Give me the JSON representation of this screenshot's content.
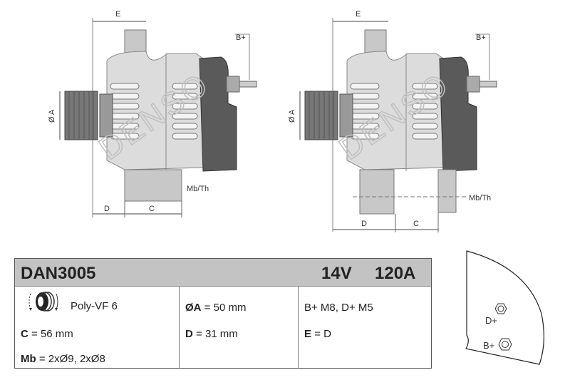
{
  "drawings": {
    "dim_e": "E",
    "dim_b_plus": "B+",
    "dim_oa": "Ø A",
    "dim_d": "D",
    "dim_c": "C",
    "mount_label": "Mb/Th",
    "watermark": "DENSO"
  },
  "header": {
    "part_number": "DAN3005",
    "voltage": "14V",
    "current": "120A"
  },
  "specs": {
    "col1": {
      "pulley": "Poly-VF 6",
      "c_key": "C",
      "c_value": "= 56 mm",
      "mb_key": "Mb",
      "mb_value": "= 2xØ9, 2xØ8"
    },
    "col2": {
      "a_key": "ØA",
      "a_value": "= 50 mm",
      "d_key": "D",
      "d_value": "= 31 mm"
    },
    "col3": {
      "terminals": "B+ M8, D+ M5",
      "e_key": "E",
      "e_value": "= D"
    }
  },
  "connector_view": {
    "d_plus": "D+",
    "b_plus": "B+"
  }
}
